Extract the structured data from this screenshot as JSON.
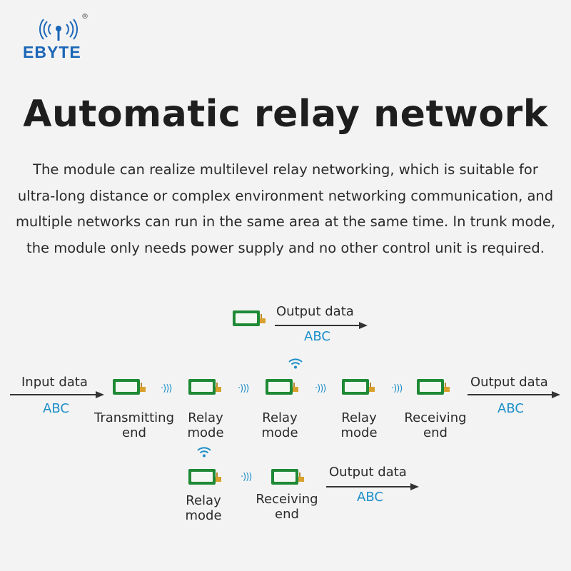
{
  "logo": {
    "text": "EBYTE",
    "registered": "®",
    "color": "#1a66b7"
  },
  "title": "Automatic relay network",
  "description": [
    "The module can realize multilevel relay networking, which is suitable for",
    "ultra-long distance or complex environment networking communication, and",
    "multiple networks can run in the same area at the same time. In trunk mode,",
    "the module only needs power supply and no other control unit is required."
  ],
  "diagram": {
    "input_label": "Input data",
    "input_value": "ABC",
    "top_output_label": "Output data",
    "top_output_value": "ABC",
    "right_output_label": "Output data",
    "right_output_value": "ABC",
    "bottom_output_label": "Output data",
    "bottom_output_value": "ABC",
    "main_nodes": [
      {
        "line1": "Transmitting",
        "line2": "end"
      },
      {
        "line1": "Relay",
        "line2": "mode"
      },
      {
        "line1": "Relay",
        "line2": "mode"
      },
      {
        "line1": "Relay",
        "line2": "mode"
      },
      {
        "line1": "Receiving",
        "line2": "end"
      }
    ],
    "branch_nodes": [
      {
        "line1": "Relay",
        "line2": "mode"
      },
      {
        "line1": "Receiving",
        "line2": "end"
      }
    ],
    "signal_glyph": "·)))",
    "colors": {
      "module": "#1f8a35",
      "signal": "#1c8fc7"
    }
  }
}
